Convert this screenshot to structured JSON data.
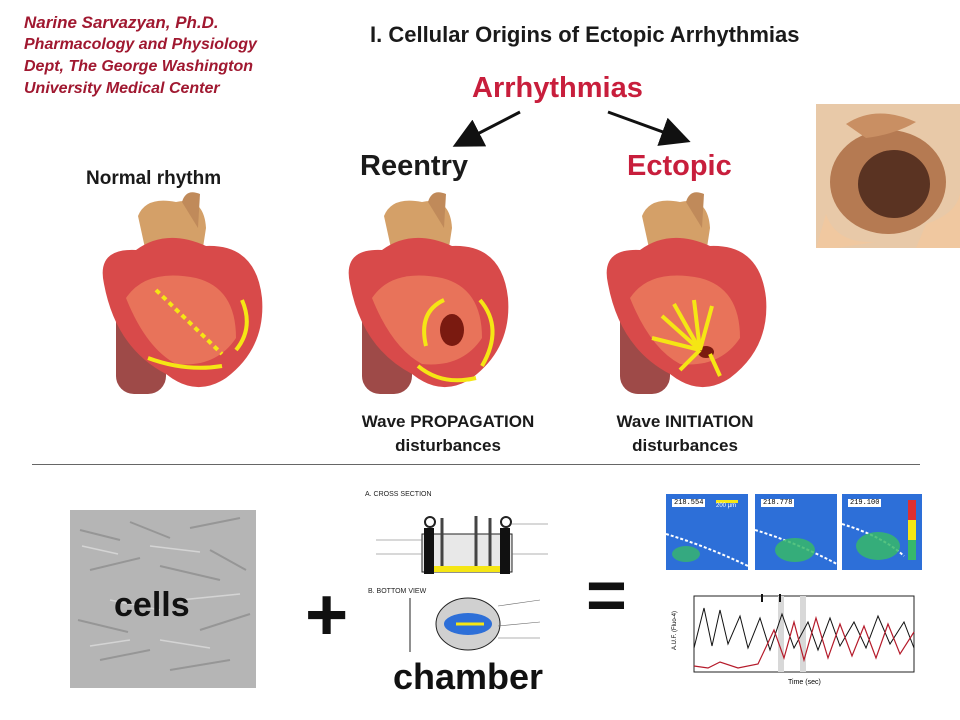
{
  "author": {
    "name": "Narine Sarvazyan, Ph.D.",
    "lines": [
      "Pharmacology and Physiology",
      "Dept, The George Washington",
      "University Medical Center"
    ]
  },
  "title": "I. Cellular Origins of Ectopic Arrhythmias",
  "tree": {
    "root": "Arrhythmias",
    "left": "Reentry",
    "right": "Ectopic"
  },
  "hearts": {
    "normal_label": "Normal rhythm",
    "reentry_caption": [
      "Wave PROPAGATION",
      "disturbances"
    ],
    "ectopic_caption": [
      "Wave INITIATION",
      "disturbances"
    ]
  },
  "bottom": {
    "cells_label": "cells",
    "plus": "+",
    "equals": "=",
    "chamber_label": "chamber",
    "cross_section_title": "A. CROSS SECTION",
    "bottom_view_title": "B. BOTTOM VIEW",
    "timestamps": [
      "218.554",
      "218.778",
      "219.100"
    ],
    "scale_bar": "200 µm",
    "trace_ylabel": "A.U.F. (Fluo-4)",
    "trace_xlabel": "Time (sec)"
  },
  "colors": {
    "author": "#a01830",
    "accent_red": "#c81e3c",
    "arrow_yellow": "#f5e614"
  }
}
